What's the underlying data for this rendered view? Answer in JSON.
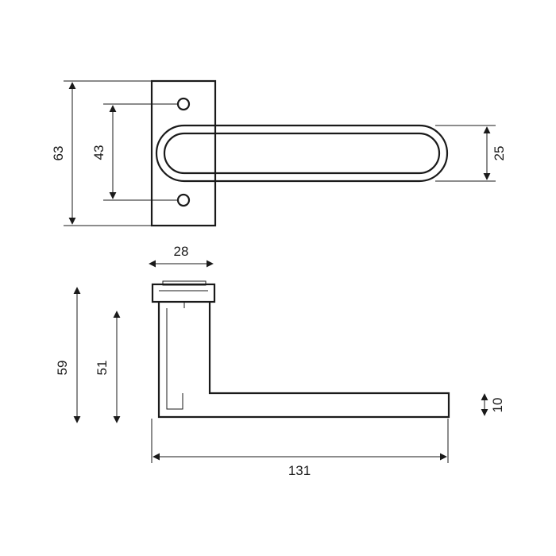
{
  "diagram": {
    "type": "technical-drawing",
    "subject": "lever door handle on square rose",
    "line_color": "#1a1a1a",
    "background": "#ffffff",
    "views": {
      "front": {
        "dimensions": {
          "overall_height": "63",
          "screw_spacing": "43",
          "lever_height": "25"
        }
      },
      "side": {
        "dimensions": {
          "rose_width": "28",
          "overall_height": "59",
          "stem_height": "51",
          "lever_thickness": "10",
          "overall_length": "131"
        }
      }
    }
  }
}
